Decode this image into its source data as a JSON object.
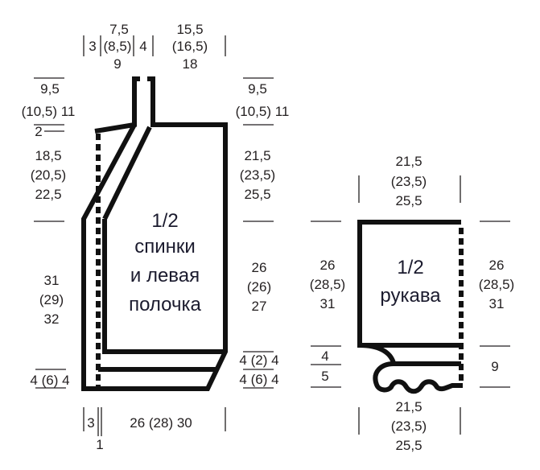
{
  "body_piece": {
    "title": [
      "1/2",
      "спинки",
      "и левая",
      "полочка"
    ],
    "top": {
      "left_3": "3",
      "neck": [
        "7,5",
        "(8,5)",
        "9"
      ],
      "right_4": "4",
      "shoulder": [
        "15,5",
        "(16,5)",
        "18"
      ]
    },
    "left": {
      "neck_height": "9,5",
      "neck_height_2": "(10,5) 11",
      "step": "2",
      "slope": [
        "18,5",
        "(20,5)",
        "22,5"
      ],
      "lower": [
        "31",
        "(29)",
        "32"
      ],
      "band": "4 (6) 4"
    },
    "right": {
      "neck_height": "9,5",
      "neck_height_2": "(10,5) 11",
      "armhole": [
        "21,5",
        "(23,5)",
        "25,5"
      ],
      "side": [
        "26",
        "(26)",
        "27"
      ],
      "band1": "4 (2) 4",
      "band2": "4 (6) 4"
    },
    "bottom": {
      "band_3": "3",
      "width": "26 (28) 30",
      "gap_1": "1"
    }
  },
  "sleeve_piece": {
    "title": [
      "1/2",
      "рукава"
    ],
    "top_width": [
      "21,5",
      "(23,5)",
      "25,5"
    ],
    "left_height": [
      "26",
      "(28,5)",
      "31"
    ],
    "right_height": [
      "26",
      "(28,5)",
      "31"
    ],
    "cuff_left": [
      "4",
      "5"
    ],
    "cuff_right": "9",
    "bottom_width": [
      "21,5",
      "(23,5)",
      "25,5"
    ]
  }
}
